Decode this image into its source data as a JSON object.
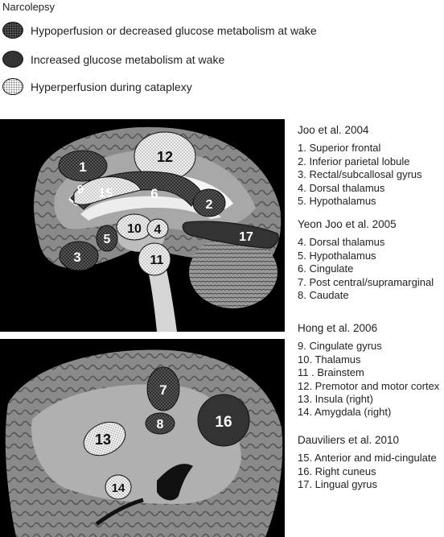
{
  "legend": {
    "title": "Narcolepsy",
    "items": [
      {
        "label": "Hypoperfusion or decreased glucose metabolism at wake",
        "pattern": "dark-dotted"
      },
      {
        "label": "Increased glucose metabolism at wake",
        "pattern": "solid-dark"
      },
      {
        "label": "Hyperperfusion during cataplexy",
        "pattern": "light-dotted"
      }
    ]
  },
  "regions": {
    "r1": "1",
    "r2": "2",
    "r3": "3",
    "r4": "4",
    "r5": "5",
    "r6": "6",
    "r7": "7",
    "r8": "8",
    "r9": "9",
    "r10": "10",
    "r11": "11",
    "r12": "12",
    "r13": "13",
    "r14": "14",
    "r15": "15",
    "r16": "16",
    "r17": "17"
  },
  "studies": [
    {
      "head": "Joo et al. 2004",
      "items": [
        "1. Superior frontal",
        "2. Inferior parietal lobule",
        "3. Rectal/subcallosal gyrus",
        "4. Dorsal thalamus",
        "5. Hypothalamus"
      ]
    },
    {
      "head": "Yeon Joo et al. 2005",
      "items": [
        "4. Dorsal thalamus",
        "5. Hypothalamus",
        "6. Cingulate",
        "7. Post central/supramarginal",
        "8. Caudate"
      ]
    },
    {
      "head": "Hong et al. 2006",
      "items": [
        "9. Cingulate gyrus",
        "10. Thalamus",
        "11 . Brainstem",
        "12. Premotor and motor cortex",
        "13. Insula (right)",
        "14. Amygdala (right)"
      ]
    },
    {
      "head": "Dauviliers et al. 2010",
      "items": [
        "15. Anterior and mid-cingulate",
        "16. Right cuneus",
        "17. Lingual gyrus"
      ]
    }
  ]
}
